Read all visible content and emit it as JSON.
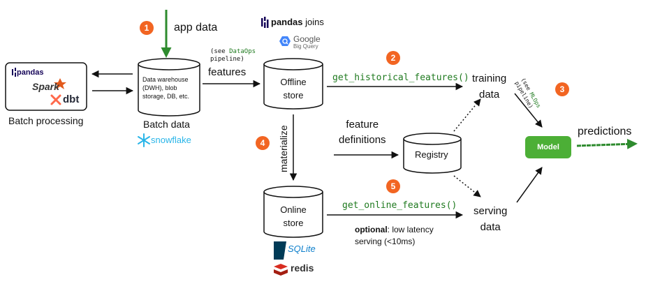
{
  "badges": [
    "1",
    "2",
    "3",
    "4",
    "5"
  ],
  "labels": {
    "app_data": "app data",
    "batch_processing": "Batch processing",
    "batch_data": "Batch data",
    "features": "features",
    "see_dataops_1": "(see",
    "see_dataops_2": "DataOps",
    "see_dataops_3": "pipeline)",
    "pandas_joins": "joins",
    "materialize": "materialize",
    "feature_definitions_1": "feature",
    "feature_definitions_2": "definitions",
    "training_data_1": "training",
    "training_data_2": "data",
    "serving_data_1": "serving",
    "serving_data_2": "data",
    "predictions": "predictions",
    "see_mlops_1": "(see",
    "see_mlops_2": "MLOps",
    "see_mlops_3": "pipeline)",
    "optional_bold": "optional",
    "optional_rest": ": low latency",
    "optional_line2": "serving (<10ms)",
    "get_historical": "get_historical_features()",
    "get_online": "get_online_features()"
  },
  "nodes": {
    "warehouse_1": "Data warehouse",
    "warehouse_2": "(DWH), blob",
    "warehouse_3": "storage, DB, etc.",
    "offline_1": "Offline",
    "offline_2": "store",
    "online_1": "Online",
    "online_2": "store",
    "registry": "Registry",
    "model": "Model"
  },
  "logos": {
    "pandas": "pandas",
    "spark": "Spark",
    "dbt": "dbt",
    "snowflake": "snowflake",
    "pandas_top": "pandas",
    "google": "Google",
    "bigquery": "Big Query",
    "sqlite": "SQLite",
    "redis": "redis"
  },
  "colors": {
    "badge": "#f26522",
    "model": "#4caf36",
    "code": "#1f7a1f",
    "arrow_green": "#2e8b2e",
    "snowflake": "#29b5e8",
    "redis": "#d82c20"
  },
  "icons": [
    "pandas-icon",
    "spark-icon",
    "dbt-icon",
    "snowflake-icon",
    "bigquery-icon",
    "sqlite-icon",
    "redis-icon"
  ]
}
